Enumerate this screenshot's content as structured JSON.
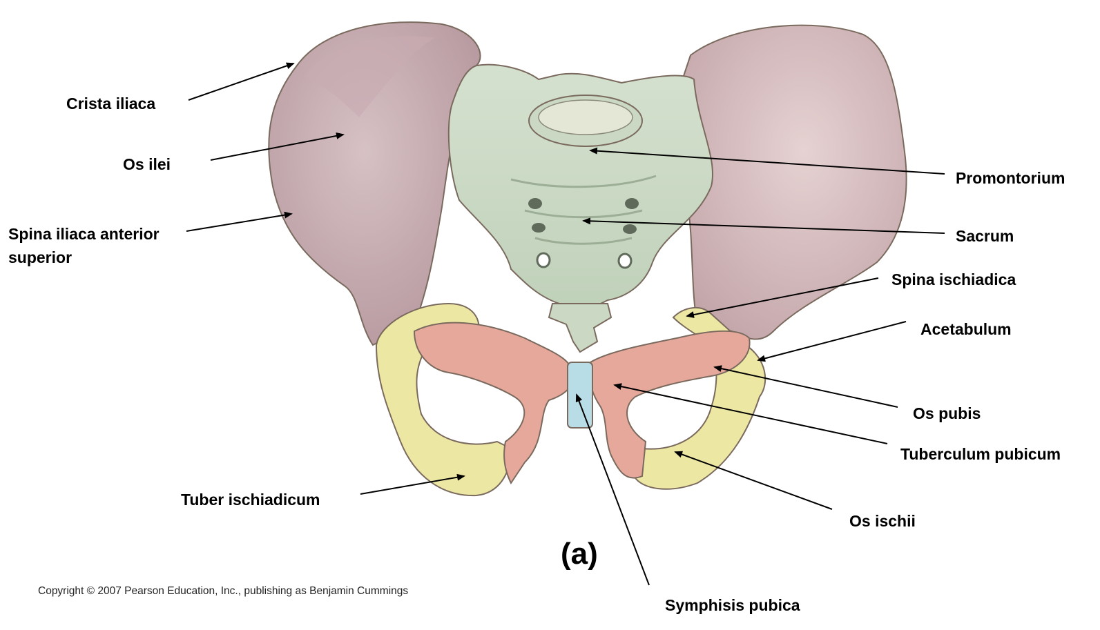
{
  "labels": {
    "crista_iliaca": "Crista iliaca",
    "os_ilei": "Os ilei",
    "spina_iliaca": "Spina iliaca anterior superior",
    "promontorium": "Promontorium",
    "sacrum": "Sacrum",
    "spina_ischiadica": "Spina ischiadica",
    "acetabulum": "Acetabulum",
    "os_pubis": "Os pubis",
    "tuberculum_pubicum": "Tuberculum pubicum",
    "tuber_ischiadicum": "Tuber ischiadicum",
    "os_ischii": "Os ischii",
    "symphisis_pubica": "Symphisis pubica"
  },
  "panel_letter": "(a)",
  "copyright": "Copyright © 2007 Pearson Education, Inc., publishing as Benjamin Cummings",
  "colors": {
    "ilium": "#cdb3b8",
    "ilium_shade": "#b99ca2",
    "sacrum": "#cfdcca",
    "sacrum_shade": "#a9bea4",
    "pubis": "#e7a89c",
    "ischium": "#ede7a4",
    "symphysis": "#b9dde6",
    "outline": "#7a6a5e"
  }
}
